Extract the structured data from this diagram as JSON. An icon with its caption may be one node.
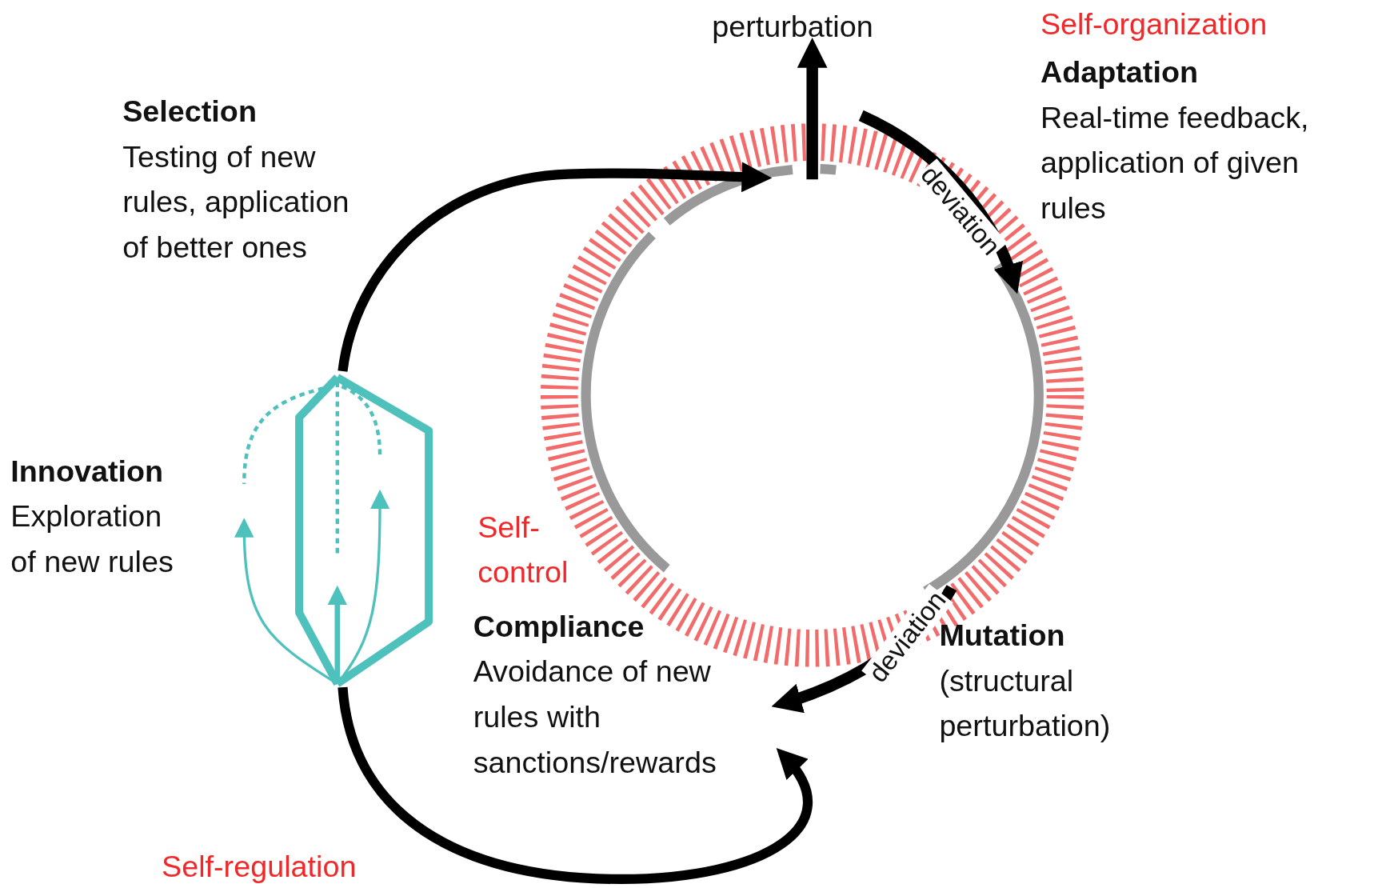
{
  "diagram": {
    "nodes": [
      {
        "text": [
          "perturbation"
        ]
      },
      {
        "text": [
          "Adaptation",
          "Real-time feedback, application of given rules"
        ]
      },
      {
        "text": [
          "Selection",
          "Testing of new rules, application of better ones"
        ]
      },
      {
        "text": [],
        "shape": "circle"
      },
      {
        "text": [
          "Innovation",
          "Exploration of new rules"
        ]
      },
      {
        "text": [],
        "shape": "picture"
      },
      {
        "text": [
          "Compliance",
          "Avoidance of new rules with sanctions/rewards"
        ]
      },
      {
        "text": [
          "Mutation",
          "(structural perturbation)"
        ]
      }
    ],
    "edges": [
      {
        "from": 3,
        "to": 0,
        "arrow": "to"
      },
      {
        "from": null,
        "to": 3,
        "arrow": "to",
        "label": "deviation"
      },
      {
        "from": 3,
        "to": 6,
        "arrow": "to",
        "label": "deviation"
      },
      {
        "from": 5,
        "to": 3,
        "arrow": "to"
      },
      {
        "from": 5,
        "to": 6,
        "arrow": "to"
      }
    ],
    "labels": [
      "Self-organization",
      "Self-control",
      "Self-regulation"
    ]
  }
}
